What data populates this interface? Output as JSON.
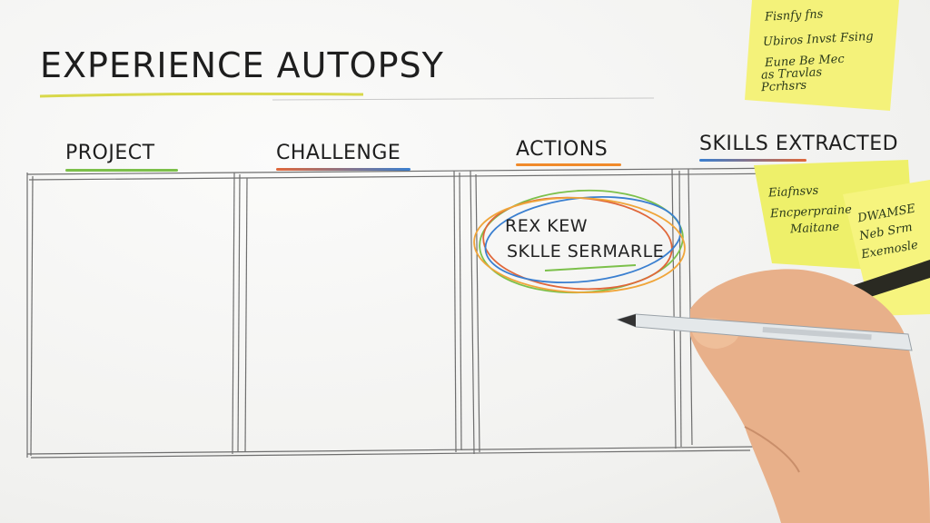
{
  "whiteboard": {
    "title": "EXPERIENCE AUTOPSY",
    "columns": [
      {
        "label": "PROJECT",
        "underline_color": "#7cc04a"
      },
      {
        "label": "CHALLENGE",
        "underline_color": "#e0673a"
      },
      {
        "label": "ACTIONS",
        "underline_color": "#f08a2a"
      },
      {
        "label": "SKILLS EXTRACTED",
        "underline_color": "#3a7fd0"
      }
    ],
    "circled_note": {
      "line1": "REX KEW",
      "line2": "SKLLE SERMARLE"
    }
  },
  "sticky_notes": [
    {
      "lines": [
        "Fisnfy fns",
        "Ubiros Invst Fsing",
        "Eune Be Mec",
        "as Travlas",
        "Pcrhsrs"
      ],
      "color": "#f4f27a"
    },
    {
      "lines": [
        "Eiafnsvs",
        "Encperpraine",
        "Maitane"
      ],
      "color": "#eef06a"
    },
    {
      "lines": [
        "DWAMSE",
        "Neb Srm",
        "Exemosle"
      ],
      "color": "#f6f47e"
    }
  ],
  "colors": {
    "ink": "#1e1e1e",
    "pencil": "#6b6b6b",
    "sticky": "#f4f27a",
    "skin": "#e8b08a"
  },
  "icons": [
    "pen-icon",
    "hand-icon",
    "marker-icon"
  ]
}
